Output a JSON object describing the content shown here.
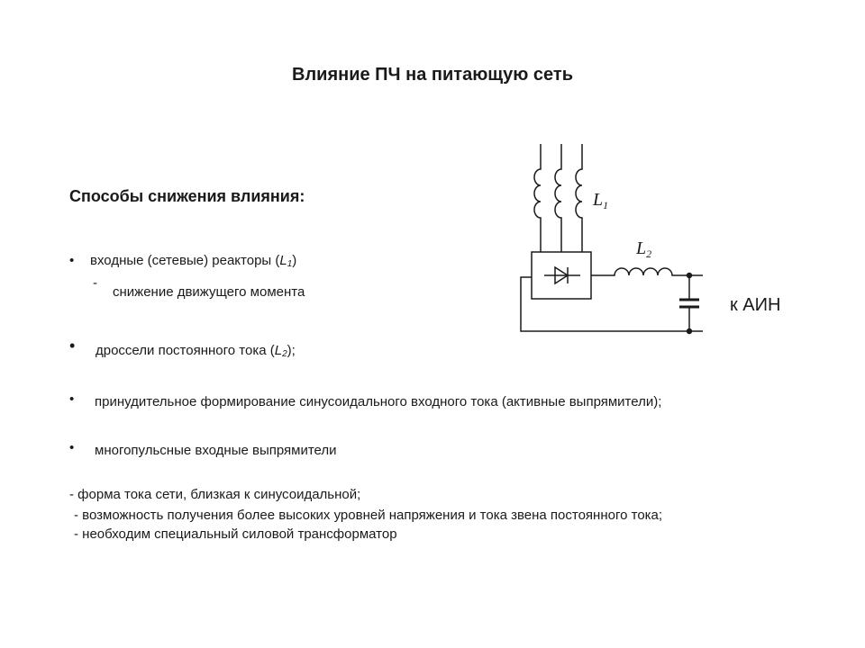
{
  "title": "Влияние ПЧ на питающую сеть",
  "subtitle": "Способы снижения влияния:",
  "items": [
    {
      "prefix": "входные (сетевые) реакторы (",
      "sym": "L",
      "sub": "1",
      "suffix": ")"
    },
    {
      "text": "снижение движущего момента"
    },
    {
      "prefix": "дроссели постоянного тока (",
      "sym": "L",
      "sub": "2",
      "suffix": ");"
    },
    {
      "text": "принудительное формирование синусоидального входного тока (активные выпрямители);"
    },
    {
      "text": "многопульсные входные выпрямители"
    }
  ],
  "notes": [
    "- форма тока сети, близкая к синусоидальной;",
    "- возможность получения более высоких уровней напряжения и тока звена постоянного тока;",
    "- необходим специальный силовой трансформатор"
  ],
  "diagram": {
    "label_l1": "L",
    "label_l1_sub": "1",
    "label_l2": "L",
    "label_l2_sub": "2",
    "label_out": "к АИН"
  }
}
